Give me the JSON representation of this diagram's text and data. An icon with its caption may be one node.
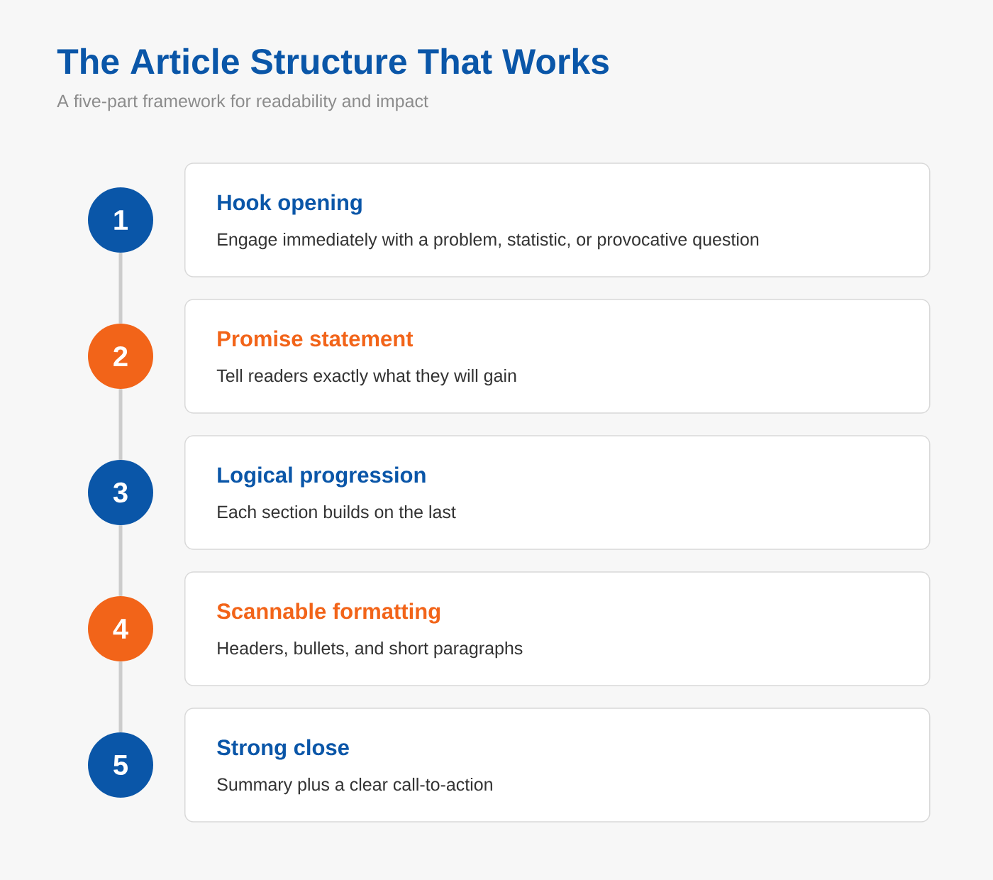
{
  "diagram": {
    "title": "The Article Structure That Works",
    "caption": "A five-part framework for readability and impact",
    "nodes": [
      {
        "text": [
          "1"
        ]
      },
      {
        "text": [
          "Hook opening",
          "Engage immediately with a problem, statistic, or provocative question"
        ]
      },
      {
        "text": [
          "2"
        ]
      },
      {
        "text": [
          "Promise statement",
          "Tell readers exactly what they will gain"
        ]
      },
      {
        "text": [
          "3"
        ]
      },
      {
        "text": [
          "Logical progression",
          "Each section builds on the last"
        ]
      },
      {
        "text": [
          "4"
        ]
      },
      {
        "text": [
          "Scannable formatting",
          "Headers, bullets, and short paragraphs"
        ]
      },
      {
        "text": [
          "5"
        ]
      },
      {
        "text": [
          "Strong close",
          "Summary plus a clear call-to-action"
        ]
      }
    ],
    "edges": [
      {
        "from": 0,
        "to": 2,
        "arrow": "none"
      },
      {
        "from": 2,
        "to": 4,
        "arrow": "none"
      },
      {
        "from": 4,
        "to": 6,
        "arrow": "none"
      },
      {
        "from": 6,
        "to": 8,
        "arrow": "none"
      }
    ]
  }
}
